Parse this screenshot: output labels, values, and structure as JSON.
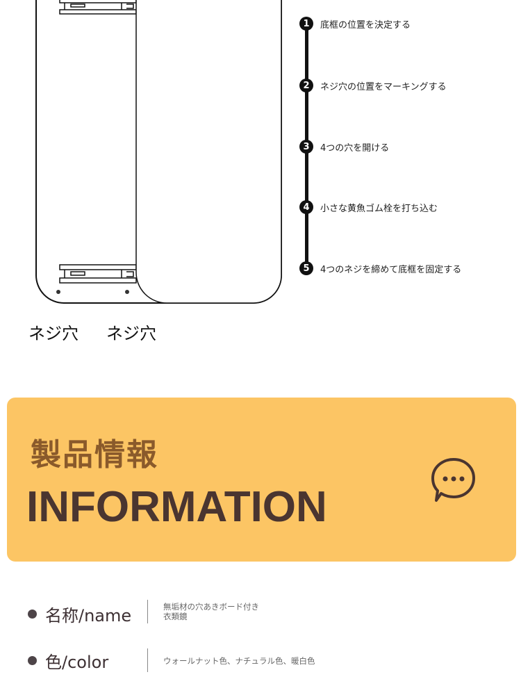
{
  "diagram": {
    "hole_labels": [
      "ネジ穴",
      "ネジ穴"
    ]
  },
  "steps": [
    {
      "number": "1",
      "text": "底框の位置を決定する"
    },
    {
      "number": "2",
      "text": "ネジ穴の位置をマーキングする"
    },
    {
      "number": "3",
      "text": "4つの穴を開ける"
    },
    {
      "number": "4",
      "text": "小さな黄魚ゴム栓を打ち込む"
    },
    {
      "number": "5",
      "text": "4つのネジを締めて底框を固定する"
    }
  ],
  "banner": {
    "title_jp": "製品情報",
    "title_en": "INFORMATION",
    "accent": "#fcc564"
  },
  "info": [
    {
      "label": "名称/name",
      "value_lines": [
        "無垢材の穴あきボード付き",
        "衣類鏡"
      ]
    },
    {
      "label": "色/color",
      "value_lines": [
        "ウォールナット色、ナチュラル色、暖白色"
      ]
    }
  ]
}
